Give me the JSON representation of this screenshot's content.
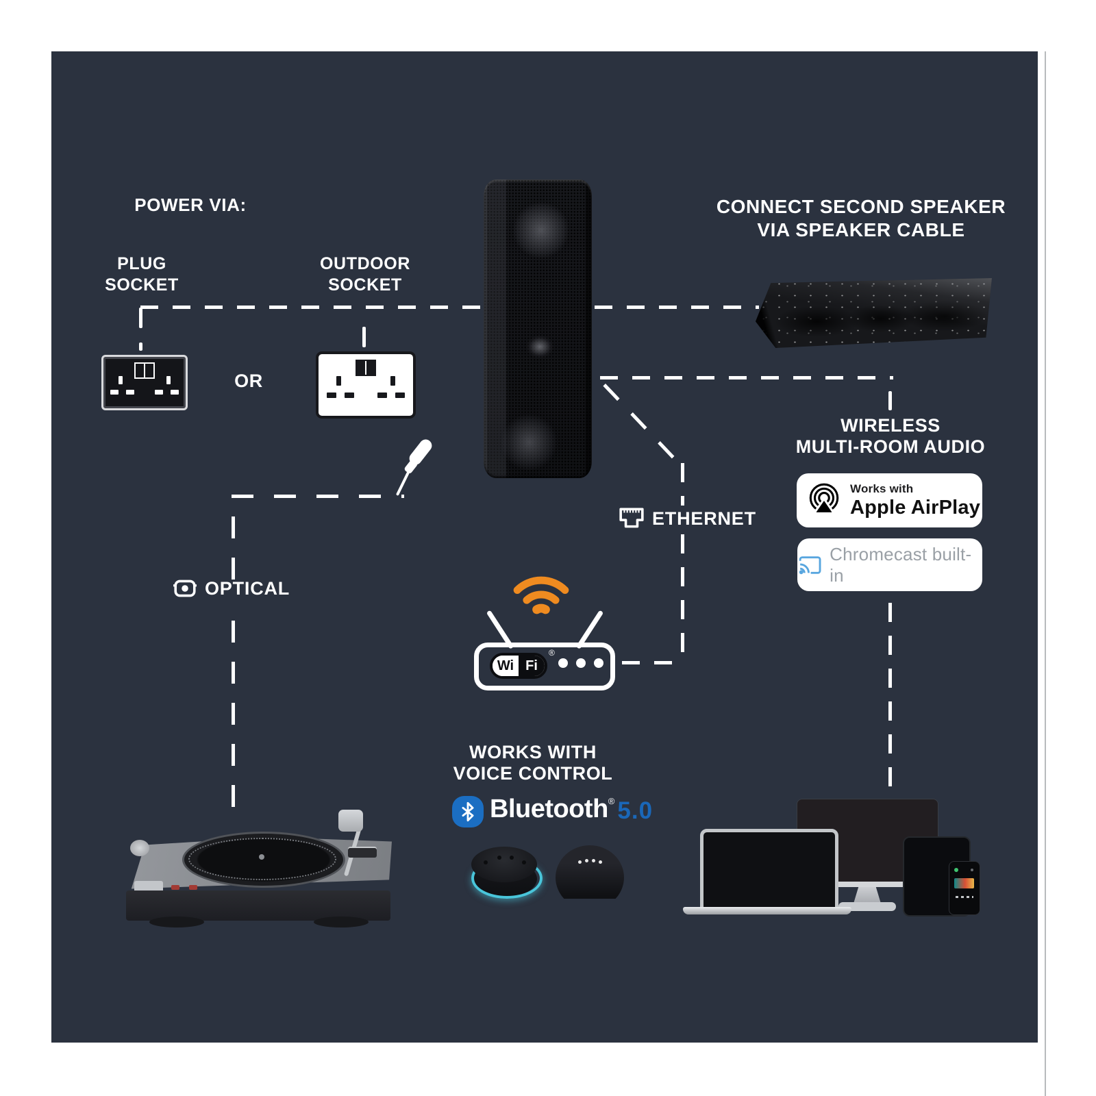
{
  "power": {
    "title": "POWER VIA:",
    "plug": {
      "line1": "PLUG",
      "line2": "SOCKET"
    },
    "or": "OR",
    "outdoor": {
      "line1": "OUTDOOR",
      "line2": "SOCKET"
    }
  },
  "second_speaker": {
    "line1": "CONNECT SECOND SPEAKER",
    "line2": "VIA SPEAKER CABLE"
  },
  "wireless": {
    "line1": "WIRELESS",
    "line2": "MULTI-ROOM AUDIO",
    "airplay": {
      "works_with": "Works with",
      "name": "Apple AirPlay"
    },
    "chromecast": {
      "name": "Chromecast built-in"
    }
  },
  "connections": {
    "ethernet": "ETHERNET",
    "optical": "OPTICAL"
  },
  "router": {
    "wi": "Wi",
    "fi": "Fi",
    "reg": "®"
  },
  "voice": {
    "line1": "WORKS WITH",
    "line2": "VOICE CONTROL",
    "bluetooth": "Bluetooth",
    "reg": "®",
    "version": "5.0"
  },
  "colors": {
    "panel_bg": "#2b323f",
    "line_white": "#ffffff",
    "wifi_orange": "#ef8b20",
    "bluetooth_blue": "#1b6ec2",
    "bt_version_blue": "#1a67b8",
    "cast_blue": "#58a6df",
    "cast_text_gray": "#9aa0a6",
    "echo_ring_teal": "#49c5da"
  }
}
